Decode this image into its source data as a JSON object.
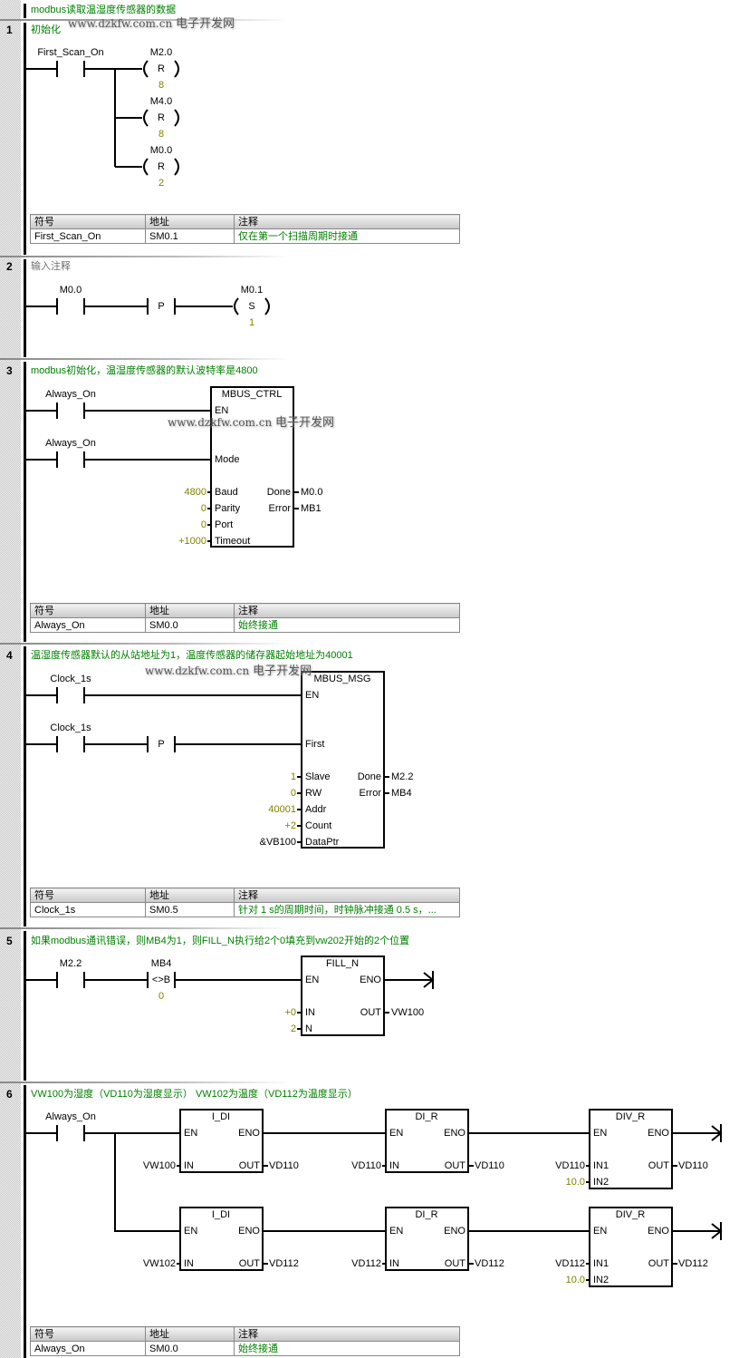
{
  "program_title": "modbus读取温湿度传感器的数据",
  "watermark": {
    "url": "www.dzkfw.com.cn",
    "site": "电子开发网"
  },
  "table_headers": {
    "symbol": "符号",
    "address": "地址",
    "comment": "注释"
  },
  "colors": {
    "comment": "#008000",
    "constant": "#808000",
    "rail": "#000000"
  },
  "networks": [
    {
      "number": "1",
      "comment": "初始化",
      "contact": "First_Scan_On",
      "coils": [
        {
          "addr": "M2.0",
          "op": "R",
          "n": "8"
        },
        {
          "addr": "M4.0",
          "op": "R",
          "n": "8"
        },
        {
          "addr": "M0.0",
          "op": "R",
          "n": "2"
        }
      ],
      "symbols": [
        {
          "symbol": "First_Scan_On",
          "address": "SM0.1",
          "comment": "仅在第一个扫描周期时接通"
        }
      ]
    },
    {
      "number": "2",
      "comment": "输入注释",
      "contact": "M0.0",
      "edge": "P",
      "coil": {
        "addr": "M0.1",
        "op": "S",
        "n": "1"
      }
    },
    {
      "number": "3",
      "comment": "modbus初始化，温湿度传感器的默认波特率是4800",
      "contact1": "Always_On",
      "contact2": "Always_On",
      "box": {
        "title": "MBUS_CTRL",
        "en": "EN",
        "mode": "Mode",
        "inputs": [
          {
            "pin": "Baud",
            "value": "4800"
          },
          {
            "pin": "Parity",
            "value": "0"
          },
          {
            "pin": "Port",
            "value": "0"
          },
          {
            "pin": "Timeout",
            "value": "+1000"
          }
        ],
        "outputs": [
          {
            "pin": "Done",
            "value": "M0.0"
          },
          {
            "pin": "Error",
            "value": "MB1"
          }
        ]
      },
      "symbols": [
        {
          "symbol": "Always_On",
          "address": "SM0.0",
          "comment": "始终接通"
        }
      ]
    },
    {
      "number": "4",
      "comment": "温湿度传感器默认的从站地址为1，温度传感器的储存器起始地址为40001",
      "contact1": "Clock_1s",
      "contact2": "Clock_1s",
      "edge": "P",
      "box": {
        "title": "MBUS_MSG",
        "en": "EN",
        "first": "First",
        "inputs": [
          {
            "pin": "Slave",
            "value": "1"
          },
          {
            "pin": "RW",
            "value": "0"
          },
          {
            "pin": "Addr",
            "value": "40001"
          },
          {
            "pin": "Count",
            "value": "+2"
          },
          {
            "pin": "DataPtr",
            "value": "&VB100"
          }
        ],
        "outputs": [
          {
            "pin": "Done",
            "value": "M2.2"
          },
          {
            "pin": "Error",
            "value": "MB4"
          }
        ]
      },
      "symbols": [
        {
          "symbol": "Clock_1s",
          "address": "SM0.5",
          "comment": "针对 1 s的周期时间，时钟脉冲接通 0.5 s，..."
        }
      ]
    },
    {
      "number": "5",
      "comment": "如果modbus通讯错误，则MB4为1，则FILL_N执行给2个0填充到vw202开始的2个位置",
      "contact": "M2.2",
      "compare": {
        "operand": "MB4",
        "op": "<>B",
        "value": "0"
      },
      "box": {
        "title": "FILL_N",
        "en": "EN",
        "eno": "ENO",
        "in_pin": "IN",
        "in_value": "+0",
        "n_pin": "N",
        "n_value": "2",
        "out_pin": "OUT",
        "out_value": "VW100"
      }
    },
    {
      "number": "6",
      "comment": "VW100为湿度（VD110为湿度显示） VW102为温度（VD112为温度显示）",
      "contact": "Always_On",
      "rows": [
        {
          "boxes": [
            {
              "title": "I_DI",
              "in": "VW100",
              "out": "VD110"
            },
            {
              "title": "DI_R",
              "in": "VD110",
              "out": "VD110"
            },
            {
              "title": "DIV_R",
              "in1": "VD110",
              "in2": "10.0",
              "out": "VD110"
            }
          ]
        },
        {
          "boxes": [
            {
              "title": "I_DI",
              "in": "VW102",
              "out": "VD112"
            },
            {
              "title": "DI_R",
              "in": "VD112",
              "out": "VD112"
            },
            {
              "title": "DIV_R",
              "in1": "VD112",
              "in2": "10.0",
              "out": "VD112"
            }
          ]
        }
      ],
      "pins": {
        "en": "EN",
        "eno": "ENO",
        "in": "IN",
        "out": "OUT",
        "in1": "IN1",
        "in2": "IN2"
      },
      "symbols": [
        {
          "symbol": "Always_On",
          "address": "SM0.0",
          "comment": "始终接通"
        }
      ]
    }
  ]
}
